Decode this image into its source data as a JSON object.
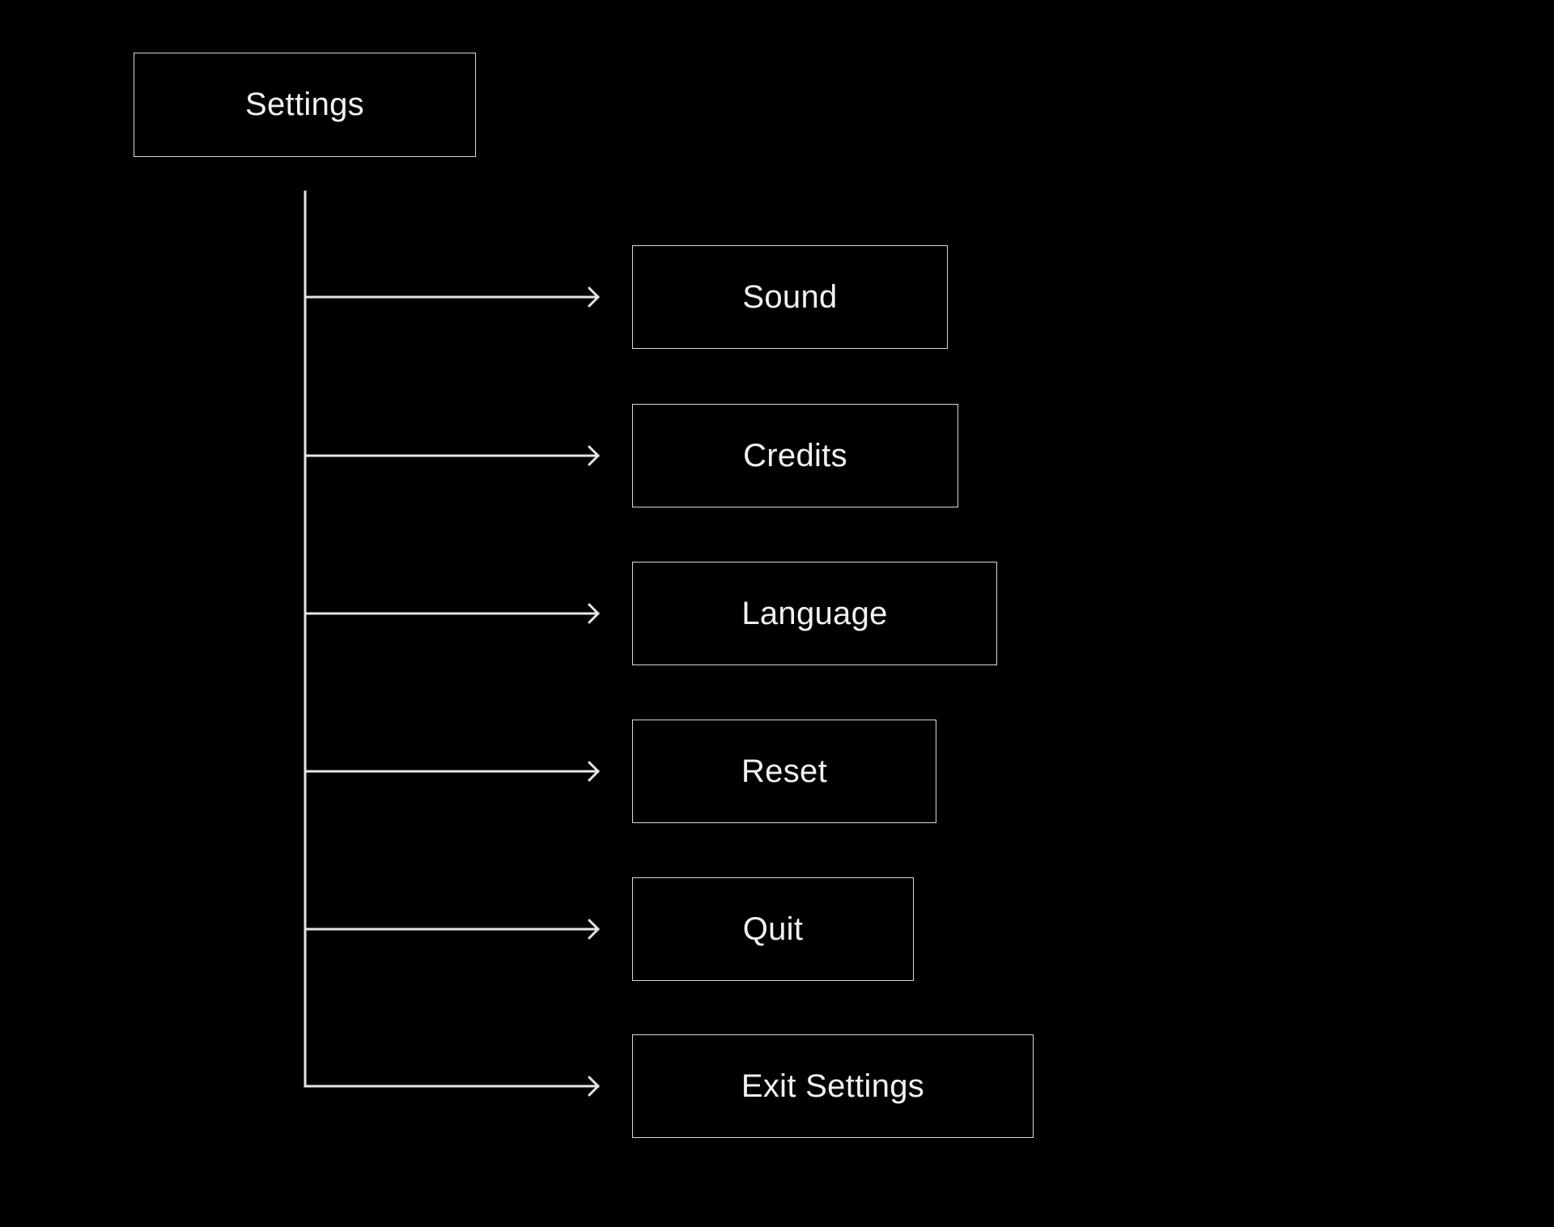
{
  "root": {
    "label": "Settings"
  },
  "children": [
    {
      "label": "Sound"
    },
    {
      "label": "Credits"
    },
    {
      "label": "Language"
    },
    {
      "label": "Reset"
    },
    {
      "label": "Quit"
    },
    {
      "label": "Exit Settings"
    }
  ],
  "colors": {
    "background": "#000000",
    "stroke": "#e6e6e6",
    "text": "#f2f2f2"
  }
}
